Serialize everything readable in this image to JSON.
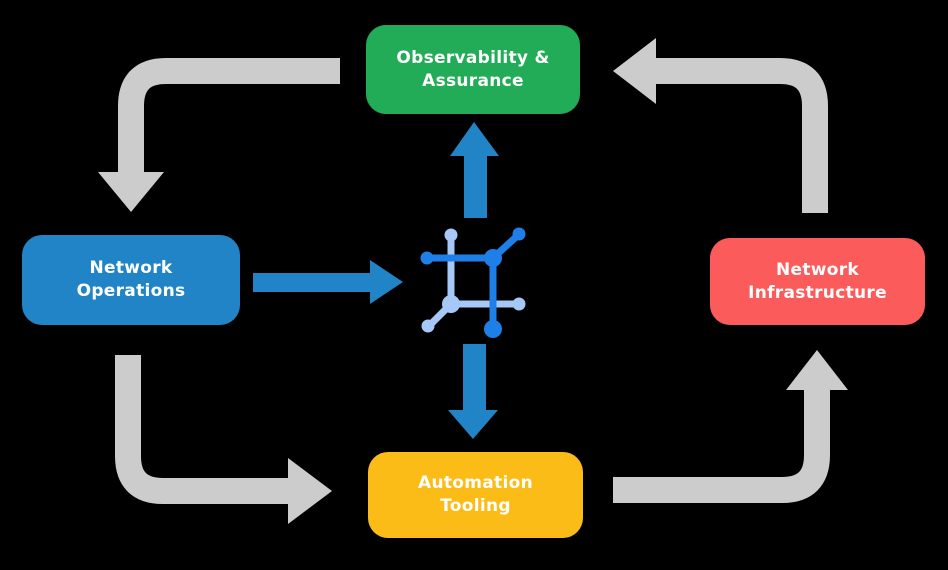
{
  "diagram": {
    "background": "#000000",
    "nodes": {
      "observability": {
        "label": "Observability &\nAssurance",
        "color": "#23AC57",
        "text_color": "#FFFFFF"
      },
      "operations": {
        "label": "Network\nOperations",
        "color": "#2184C6",
        "text_color": "#FFFFFF"
      },
      "infrastructure": {
        "label": "Network\nInfrastructure",
        "color": "#FC5B5B",
        "text_color": "#FFFFFF"
      },
      "automation": {
        "label": "Automation\nTooling",
        "color": "#FBBC17",
        "text_color": "#FFFFFF"
      }
    },
    "arrows": {
      "cycle_color": "#CCCCCC",
      "flow_color": "#2184C6"
    },
    "center_icon": {
      "name": "network-automation-icon",
      "dark_color": "#1F7FE8",
      "light_color": "#A6C8F7"
    }
  }
}
